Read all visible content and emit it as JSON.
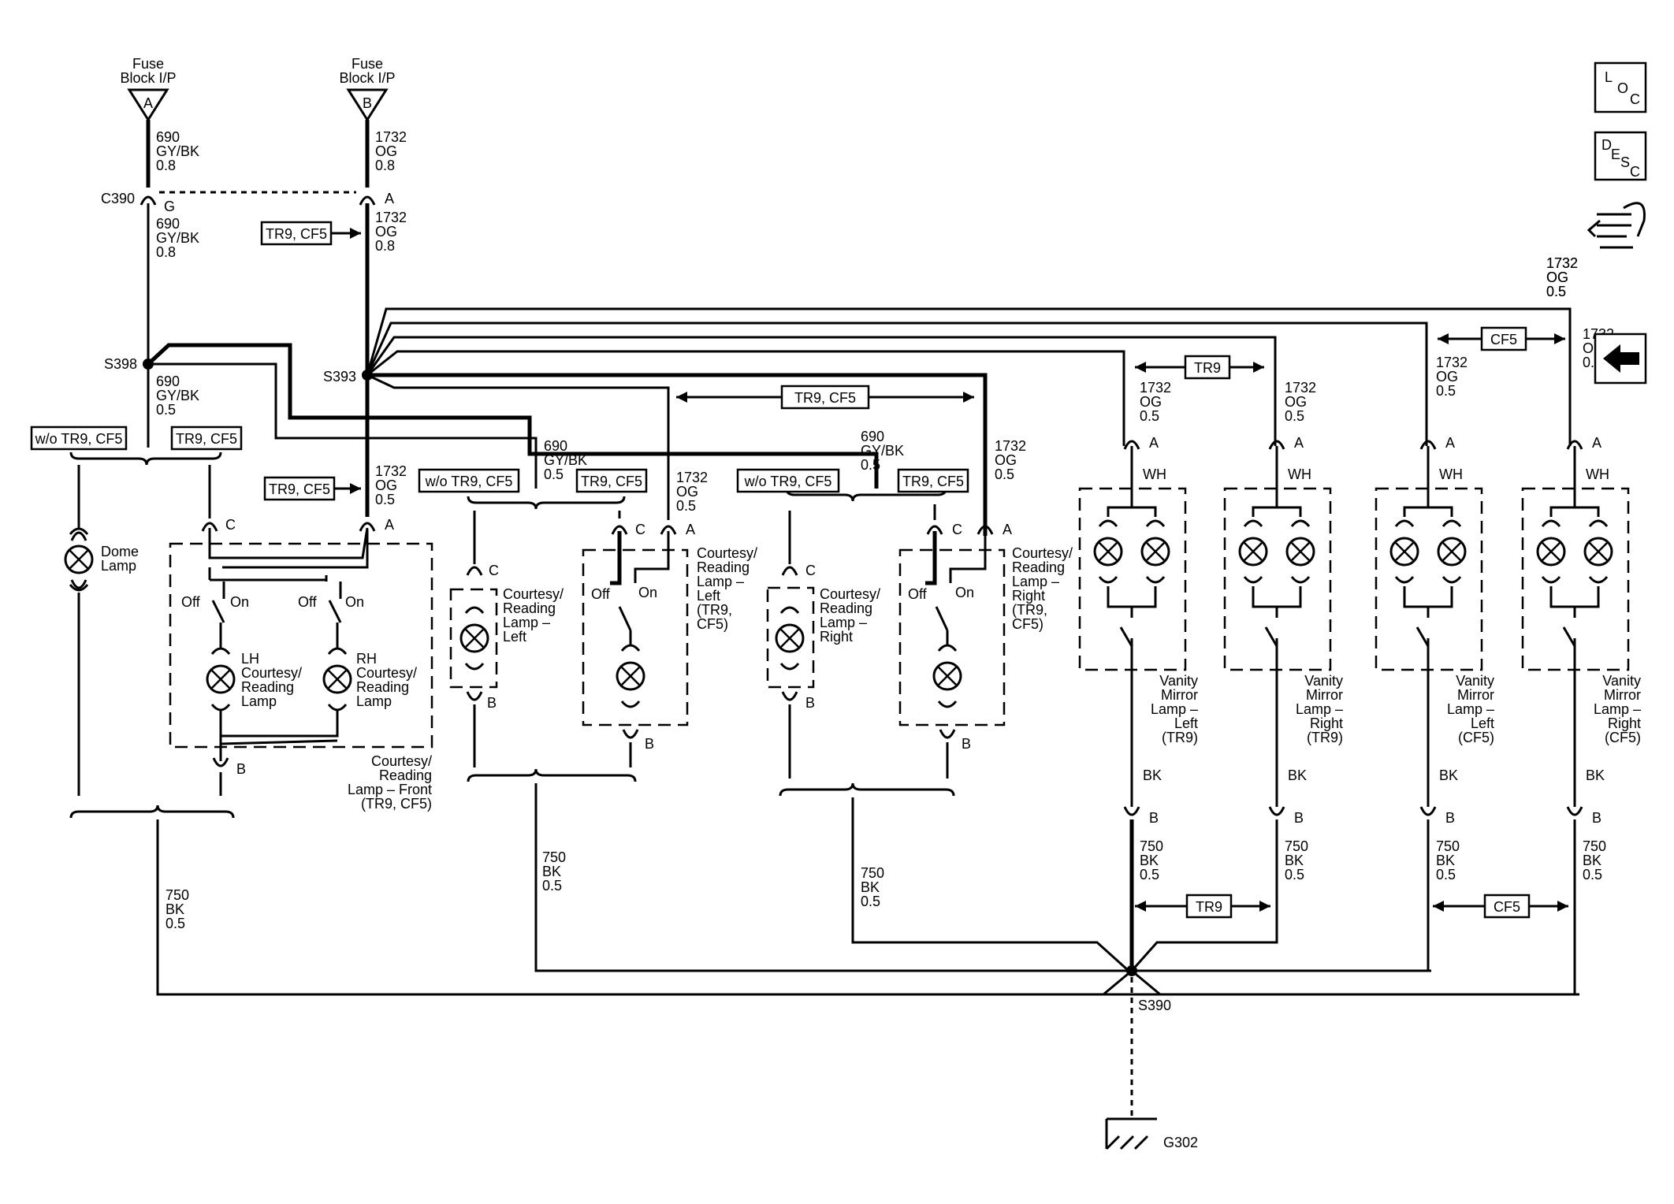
{
  "fuses": [
    {
      "title": "Fuse\nBlock I/P",
      "letter": "A"
    },
    {
      "title": "Fuse\nBlock I/P",
      "letter": "B"
    }
  ],
  "wires": {
    "w690_08": "690\nGY/BK\n0.8",
    "w1732_08": "1732\nOG\n0.8",
    "w690_05": "690\nGY/BK\n0.5",
    "w1732_05": "1732\nOG\n0.5",
    "w750_05": "750\nBK\n0.5"
  },
  "connectors": {
    "c390": "C390",
    "g": "G",
    "a": "A",
    "b": "B",
    "c": "C"
  },
  "splices": {
    "s398": "S398",
    "s393": "S393",
    "s390": "S390"
  },
  "ground": "G302",
  "options": {
    "tr9_cf5": "TR9, CF5",
    "wo_tr9_cf5": "w/o TR9, CF5",
    "tr9": "TR9",
    "cf5": "CF5"
  },
  "switch": {
    "off": "Off",
    "on": "On"
  },
  "colors": {
    "wh": "WH",
    "bk": "BK"
  },
  "components": {
    "dome": "Dome\nLamp",
    "lh": "LH\nCourtesy/\nReading\nLamp",
    "rh": "RH\nCourtesy/\nReading\nLamp",
    "front": "Courtesy/\nReading\nLamp – Front\n(TR9, CF5)",
    "left_std": "Courtesy/\nReading\nLamp –\nLeft",
    "left_opt": "Courtesy/\nReading\nLamp –\nLeft\n(TR9,\nCF5)",
    "right_std": "Courtesy/\nReading\nLamp –\nRight",
    "right_opt": "Courtesy/\nReading\nLamp –\nRight\n(TR9,\nCF5)",
    "vm_left_tr9": "Vanity\nMirror\nLamp –\nLeft\n(TR9)",
    "vm_right_tr9": "Vanity\nMirror\nLamp –\nRight\n(TR9)",
    "vm_left_cf5": "Vanity\nMirror\nLamp –\nLeft\n(CF5)",
    "vm_right_cf5": "Vanity\nMirror\nLamp –\nRight\n(CF5)"
  },
  "nav_icons": {
    "loc": [
      "L",
      "O",
      "C"
    ],
    "desc": [
      "D",
      "E",
      "S",
      "C"
    ],
    "icon_names": [
      "loc-icon",
      "desc-icon",
      "harness-icon",
      "back-arrow-icon"
    ]
  }
}
